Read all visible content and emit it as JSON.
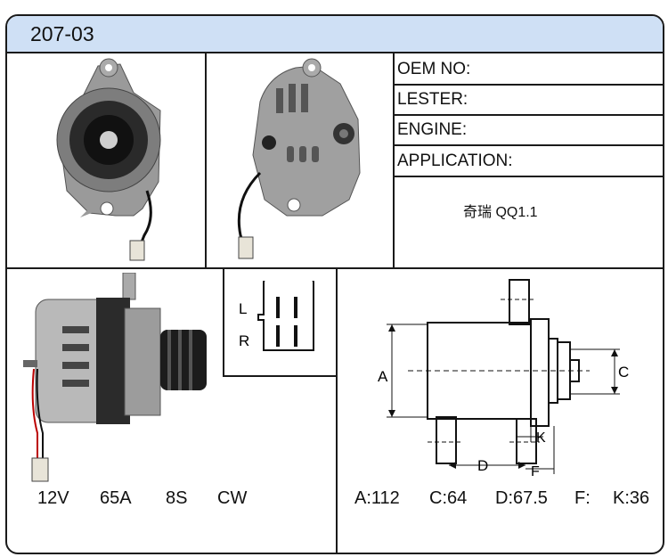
{
  "header": {
    "part_number": "207-03"
  },
  "info_fields": [
    {
      "label": "OEM NO:"
    },
    {
      "label": "LESTER:"
    },
    {
      "label": "ENGINE:"
    },
    {
      "label": "APPLICATION:"
    }
  ],
  "application_value": "奇瑞  QQ1.1",
  "connector": {
    "terminal_l": "L",
    "terminal_r": "R"
  },
  "drawing_labels": {
    "a": "A",
    "c": "C",
    "d": "D",
    "f": "F",
    "k": "K"
  },
  "specs": [
    "12V",
    "65A",
    "8S",
    "CW"
  ],
  "dimensions": [
    "A:112",
    "C:64",
    "D:67.5",
    "F:",
    "K:36"
  ],
  "colors": {
    "header_bg": "#cfe0f5",
    "border": "#1a1a1a"
  }
}
